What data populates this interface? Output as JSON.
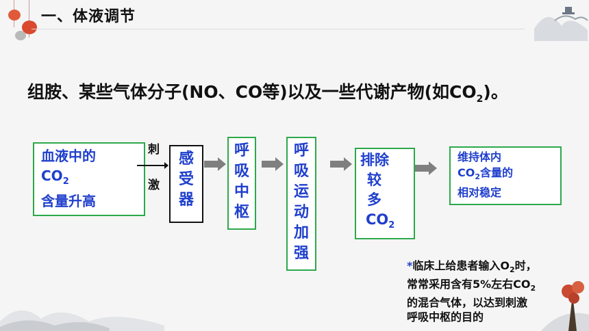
{
  "title": "一、体液调节",
  "heading": {
    "pre": "组胺、某些气体分子(NO、CO等)以及一些代谢产物(如CO",
    "sub": "2",
    "post": ")。"
  },
  "box1": {
    "line1": "血液中的",
    "line2_main": "CO",
    "line2_sub": "2",
    "line3": "含量升高"
  },
  "stim": {
    "c1": "刺",
    "c2": "激"
  },
  "box2": {
    "text": "感受器"
  },
  "box3": {
    "text": "呼吸中枢"
  },
  "box4": {
    "text": "呼吸运动加强"
  },
  "box5": {
    "line1": "排除",
    "line2": "较",
    "line3": "多",
    "line4_main": "CO",
    "line4_sub": "2"
  },
  "box6": {
    "line1": "维持体内",
    "line2_main": "CO",
    "line2_sub": "2",
    "line2_post": "含量的",
    "line3": "相对稳定"
  },
  "note": {
    "star": "*",
    "p1": "临床上给患者输入O",
    "p1_sub": "2",
    "p1_post": "时，",
    "p2": "常常采用含有5%左右CO",
    "p2_sub": "2",
    "p3": "的混合气体，以达到刺激",
    "p4": "呼吸中枢的目的"
  },
  "colors": {
    "accent": "#1f3fcc",
    "green_border": "#2ca84a",
    "arrow": "#7f7f7f"
  }
}
